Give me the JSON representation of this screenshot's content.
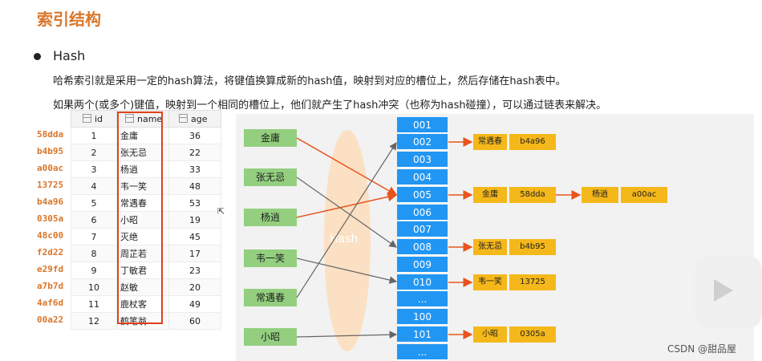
{
  "heading": "索引结构",
  "bullet_title": "Hash",
  "desc": [
    "哈希索引就是采用一定的hash算法，将键值换算成新的hash值，映射到对应的槽位上，然后存储在hash表中。",
    "如果两个(或多个)键值，映射到一个相同的槽位上，他们就产生了hash冲突（也称为hash碰撞），可以通过链表来解决。"
  ],
  "hash_keys": [
    "58dda",
    "b4b95",
    "a00ac",
    "13725",
    "b4a96",
    "0305a",
    "48c00",
    "f2d22",
    "e29fd",
    "a7b7d",
    "4af6d",
    "00a22"
  ],
  "table": {
    "headers": [
      "id",
      "name",
      "age"
    ],
    "rows": [
      [
        "1",
        "金庸",
        "36"
      ],
      [
        "2",
        "张无忌",
        "22"
      ],
      [
        "3",
        "杨逍",
        "33"
      ],
      [
        "4",
        "韦一笑",
        "48"
      ],
      [
        "5",
        "常遇春",
        "53"
      ],
      [
        "6",
        "小昭",
        "19"
      ],
      [
        "7",
        "灭绝",
        "45"
      ],
      [
        "8",
        "周芷若",
        "17"
      ],
      [
        "9",
        "丁敏君",
        "23"
      ],
      [
        "10",
        "赵敏",
        "20"
      ],
      [
        "11",
        "鹿杖客",
        "49"
      ],
      [
        "12",
        "鹤笔翁",
        "60"
      ]
    ]
  },
  "diagram": {
    "hash_label": "Hash",
    "keys": [
      "金庸",
      "张无忌",
      "杨逍",
      "韦一笑",
      "常遇春",
      "小昭"
    ],
    "slots": [
      "001",
      "002",
      "003",
      "004",
      "005",
      "006",
      "007",
      "008",
      "009",
      "010",
      "...",
      "100",
      "101",
      "..."
    ],
    "entries": [
      {
        "slot": "002",
        "items": [
          {
            "name": "常遇春",
            "hash": "b4a96"
          }
        ]
      },
      {
        "slot": "005",
        "items": [
          {
            "name": "金庸",
            "hash": "58dda"
          },
          {
            "name": "杨逍",
            "hash": "a00ac"
          }
        ]
      },
      {
        "slot": "008",
        "items": [
          {
            "name": "张无忌",
            "hash": "b4b95"
          }
        ]
      },
      {
        "slot": "010",
        "items": [
          {
            "name": "韦一笑",
            "hash": "13725"
          }
        ]
      },
      {
        "slot": "101",
        "items": [
          {
            "name": "小昭",
            "hash": "0305a"
          }
        ]
      }
    ],
    "colors": {
      "key_box": "#93cf7f",
      "slot": "#2196f3",
      "entry": "#f5b81a",
      "collision_arrow": "#e8541e",
      "normal_arrow": "#666666",
      "hash_ellipse": "#fbe0c3"
    }
  },
  "watermark": "CSDN @甜品屋"
}
